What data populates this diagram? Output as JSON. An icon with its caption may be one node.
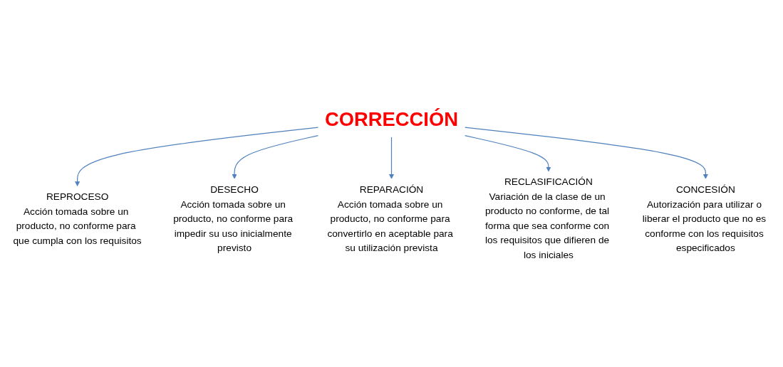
{
  "diagram": {
    "nodes": [
      {
        "text": [
          "CORRECCIÓN"
        ]
      },
      {
        "text": [
          "REPROCESO",
          "Acción tomada sobre un producto, no conforme para que cumpla con los requisitos"
        ]
      },
      {
        "text": [
          "DESECHO",
          "Acción tomada sobre un producto, no conforme para impedir su uso inicialmente previsto"
        ]
      },
      {
        "text": [
          "REPARACIÓN",
          "Acción tomada sobre un producto, no conforme para convertirlo en aceptable para su utilización prevista"
        ]
      },
      {
        "text": [
          "RECLASIFICACIÓN",
          "Variación de la clase de un producto no conforme, de tal forma que sea conforme con los requisitos que difieren de los iniciales"
        ]
      },
      {
        "text": [
          "CONCESIÓN",
          "Autorización para utilizar o liberar el producto que no es conforme con los requisitos especificados"
        ]
      }
    ],
    "edges": [
      {
        "from": 0,
        "to": 1,
        "arrow": "to"
      },
      {
        "from": 0,
        "to": 2,
        "arrow": "to"
      },
      {
        "from": 0,
        "to": 3,
        "arrow": "to"
      },
      {
        "from": 0,
        "to": 4,
        "arrow": "to"
      },
      {
        "from": 0,
        "to": 5,
        "arrow": "to"
      }
    ]
  }
}
